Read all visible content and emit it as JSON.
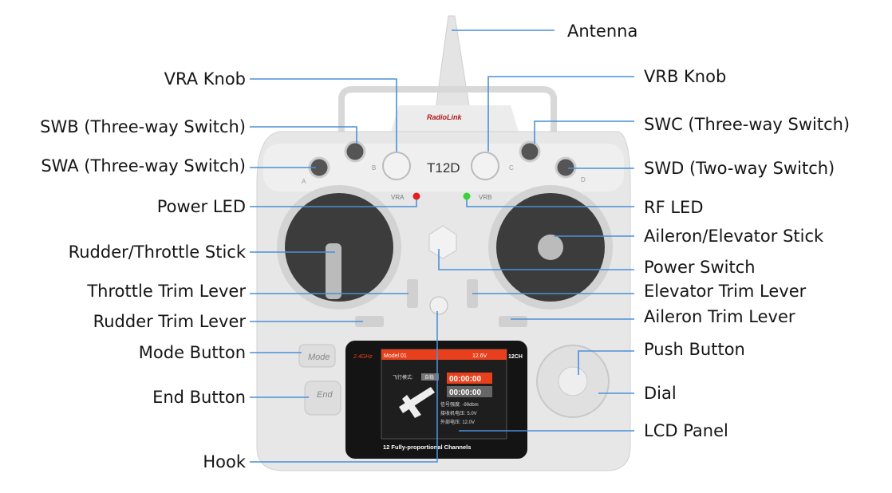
{
  "labels_left": [
    {
      "id": "vra-knob",
      "text": "VRA Knob"
    },
    {
      "id": "swb",
      "text": "SWB (Three-way Switch)"
    },
    {
      "id": "swa",
      "text": "SWA (Three-way Switch)"
    },
    {
      "id": "power-led",
      "text": "Power LED"
    },
    {
      "id": "rudder-throttle-stick",
      "text": "Rudder/Throttle Stick"
    },
    {
      "id": "throttle-trim-lever",
      "text": "Throttle Trim Lever"
    },
    {
      "id": "rudder-trim-lever",
      "text": "Rudder Trim Lever"
    },
    {
      "id": "mode-button",
      "text": "Mode Button"
    },
    {
      "id": "end-button",
      "text": "End Button"
    },
    {
      "id": "hook",
      "text": "Hook"
    }
  ],
  "labels_right": [
    {
      "id": "antenna",
      "text": "Antenna"
    },
    {
      "id": "vrb-knob",
      "text": "VRB Knob"
    },
    {
      "id": "swc",
      "text": "SWC (Three-way Switch)"
    },
    {
      "id": "swd",
      "text": "SWD (Two-way Switch)"
    },
    {
      "id": "rf-led",
      "text": "RF LED"
    },
    {
      "id": "aileron-elevator-stick",
      "text": "Aileron/Elevator Stick"
    },
    {
      "id": "power-switch",
      "text": "Power Switch"
    },
    {
      "id": "elevator-trim-lever",
      "text": "Elevator Trim Lever"
    },
    {
      "id": "aileron-trim-lever",
      "text": "Aileron Trim Lever"
    },
    {
      "id": "push-button",
      "text": "Push Button"
    },
    {
      "id": "dial",
      "text": "Dial"
    },
    {
      "id": "lcd-panel",
      "text": "LCD Panel"
    }
  ],
  "device": {
    "brand": "RadioLink",
    "model": "T12D",
    "vra": "VRA",
    "vrb": "VRB",
    "sw_a": "A",
    "sw_b": "B",
    "sw_c": "C",
    "sw_d": "D",
    "mode_btn": "Mode",
    "end_btn": "End",
    "lcd": {
      "freq": "2.4GHz",
      "model_name": "Model 01",
      "voltage": "12.6V",
      "channels": "12CH",
      "flight_mode_label": "飞行模式:",
      "flight_mode": "自稳",
      "timer1": "00:00:00",
      "timer2": "00:00:00",
      "signal": "信号强度: -99dbm",
      "rx_voltage": "接收机电压: 5.0V",
      "ext_voltage": "外部电压: 12.0V",
      "footer": "12 Fully-proportional Channels"
    }
  },
  "colors": {
    "leader": "#4a90d9",
    "led_red": "#e02020",
    "led_green": "#3ad13a",
    "lcd_header": "#e8401c"
  }
}
